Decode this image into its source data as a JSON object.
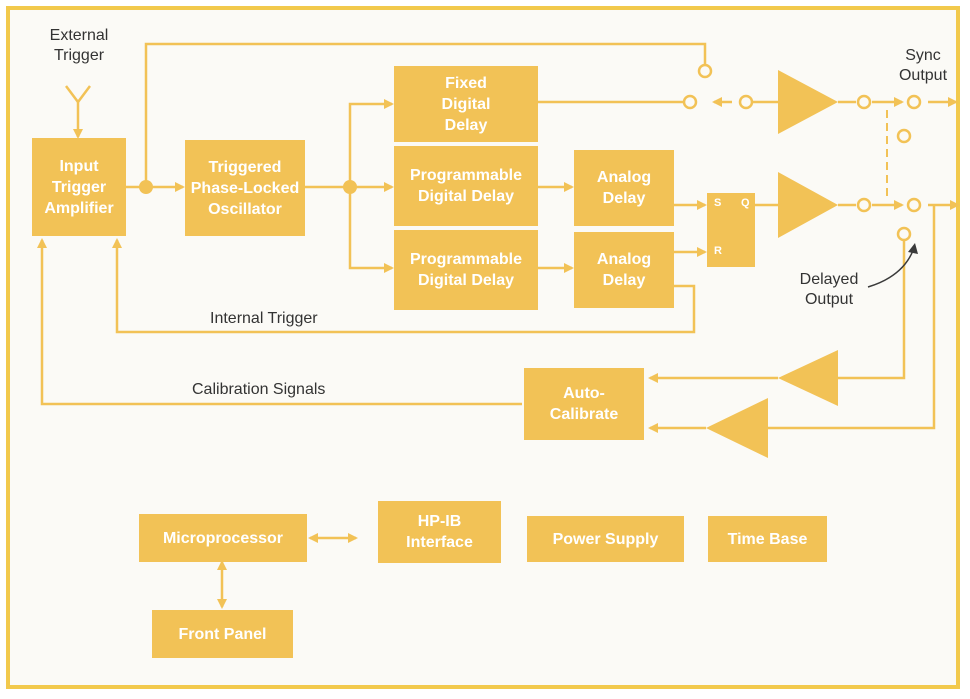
{
  "diagram": {
    "accent_color": "#f2c256",
    "line_color": "#f2c256",
    "blocks": {
      "input_trigger_amplifier": "Input Trigger Amplifier",
      "triggered_plo": "Triggered Phase-Locked Oscillator",
      "fixed_digital_delay": "Fixed Digital Delay",
      "programmable_digital_delay_1": "Programmable Digital Delay",
      "programmable_digital_delay_2": "Programmable Digital Delay",
      "analog_delay_1": "Analog Delay",
      "analog_delay_2": "Analog Delay",
      "auto_calibrate": "Auto-Calibrate",
      "microprocessor": "Microprocessor",
      "hpib_interface": "HP-IB Interface",
      "power_supply": "Power Supply",
      "time_base": "Time Base",
      "front_panel": "Front Panel"
    },
    "flipflop": {
      "s": "S",
      "q": "Q",
      "r": "R"
    },
    "labels": {
      "external_trigger": "External Trigger",
      "sync_output": "Sync Output",
      "delayed_output": "Delayed Output",
      "internal_trigger": "Internal Trigger",
      "calibration_signals": "Calibration Signals"
    }
  }
}
